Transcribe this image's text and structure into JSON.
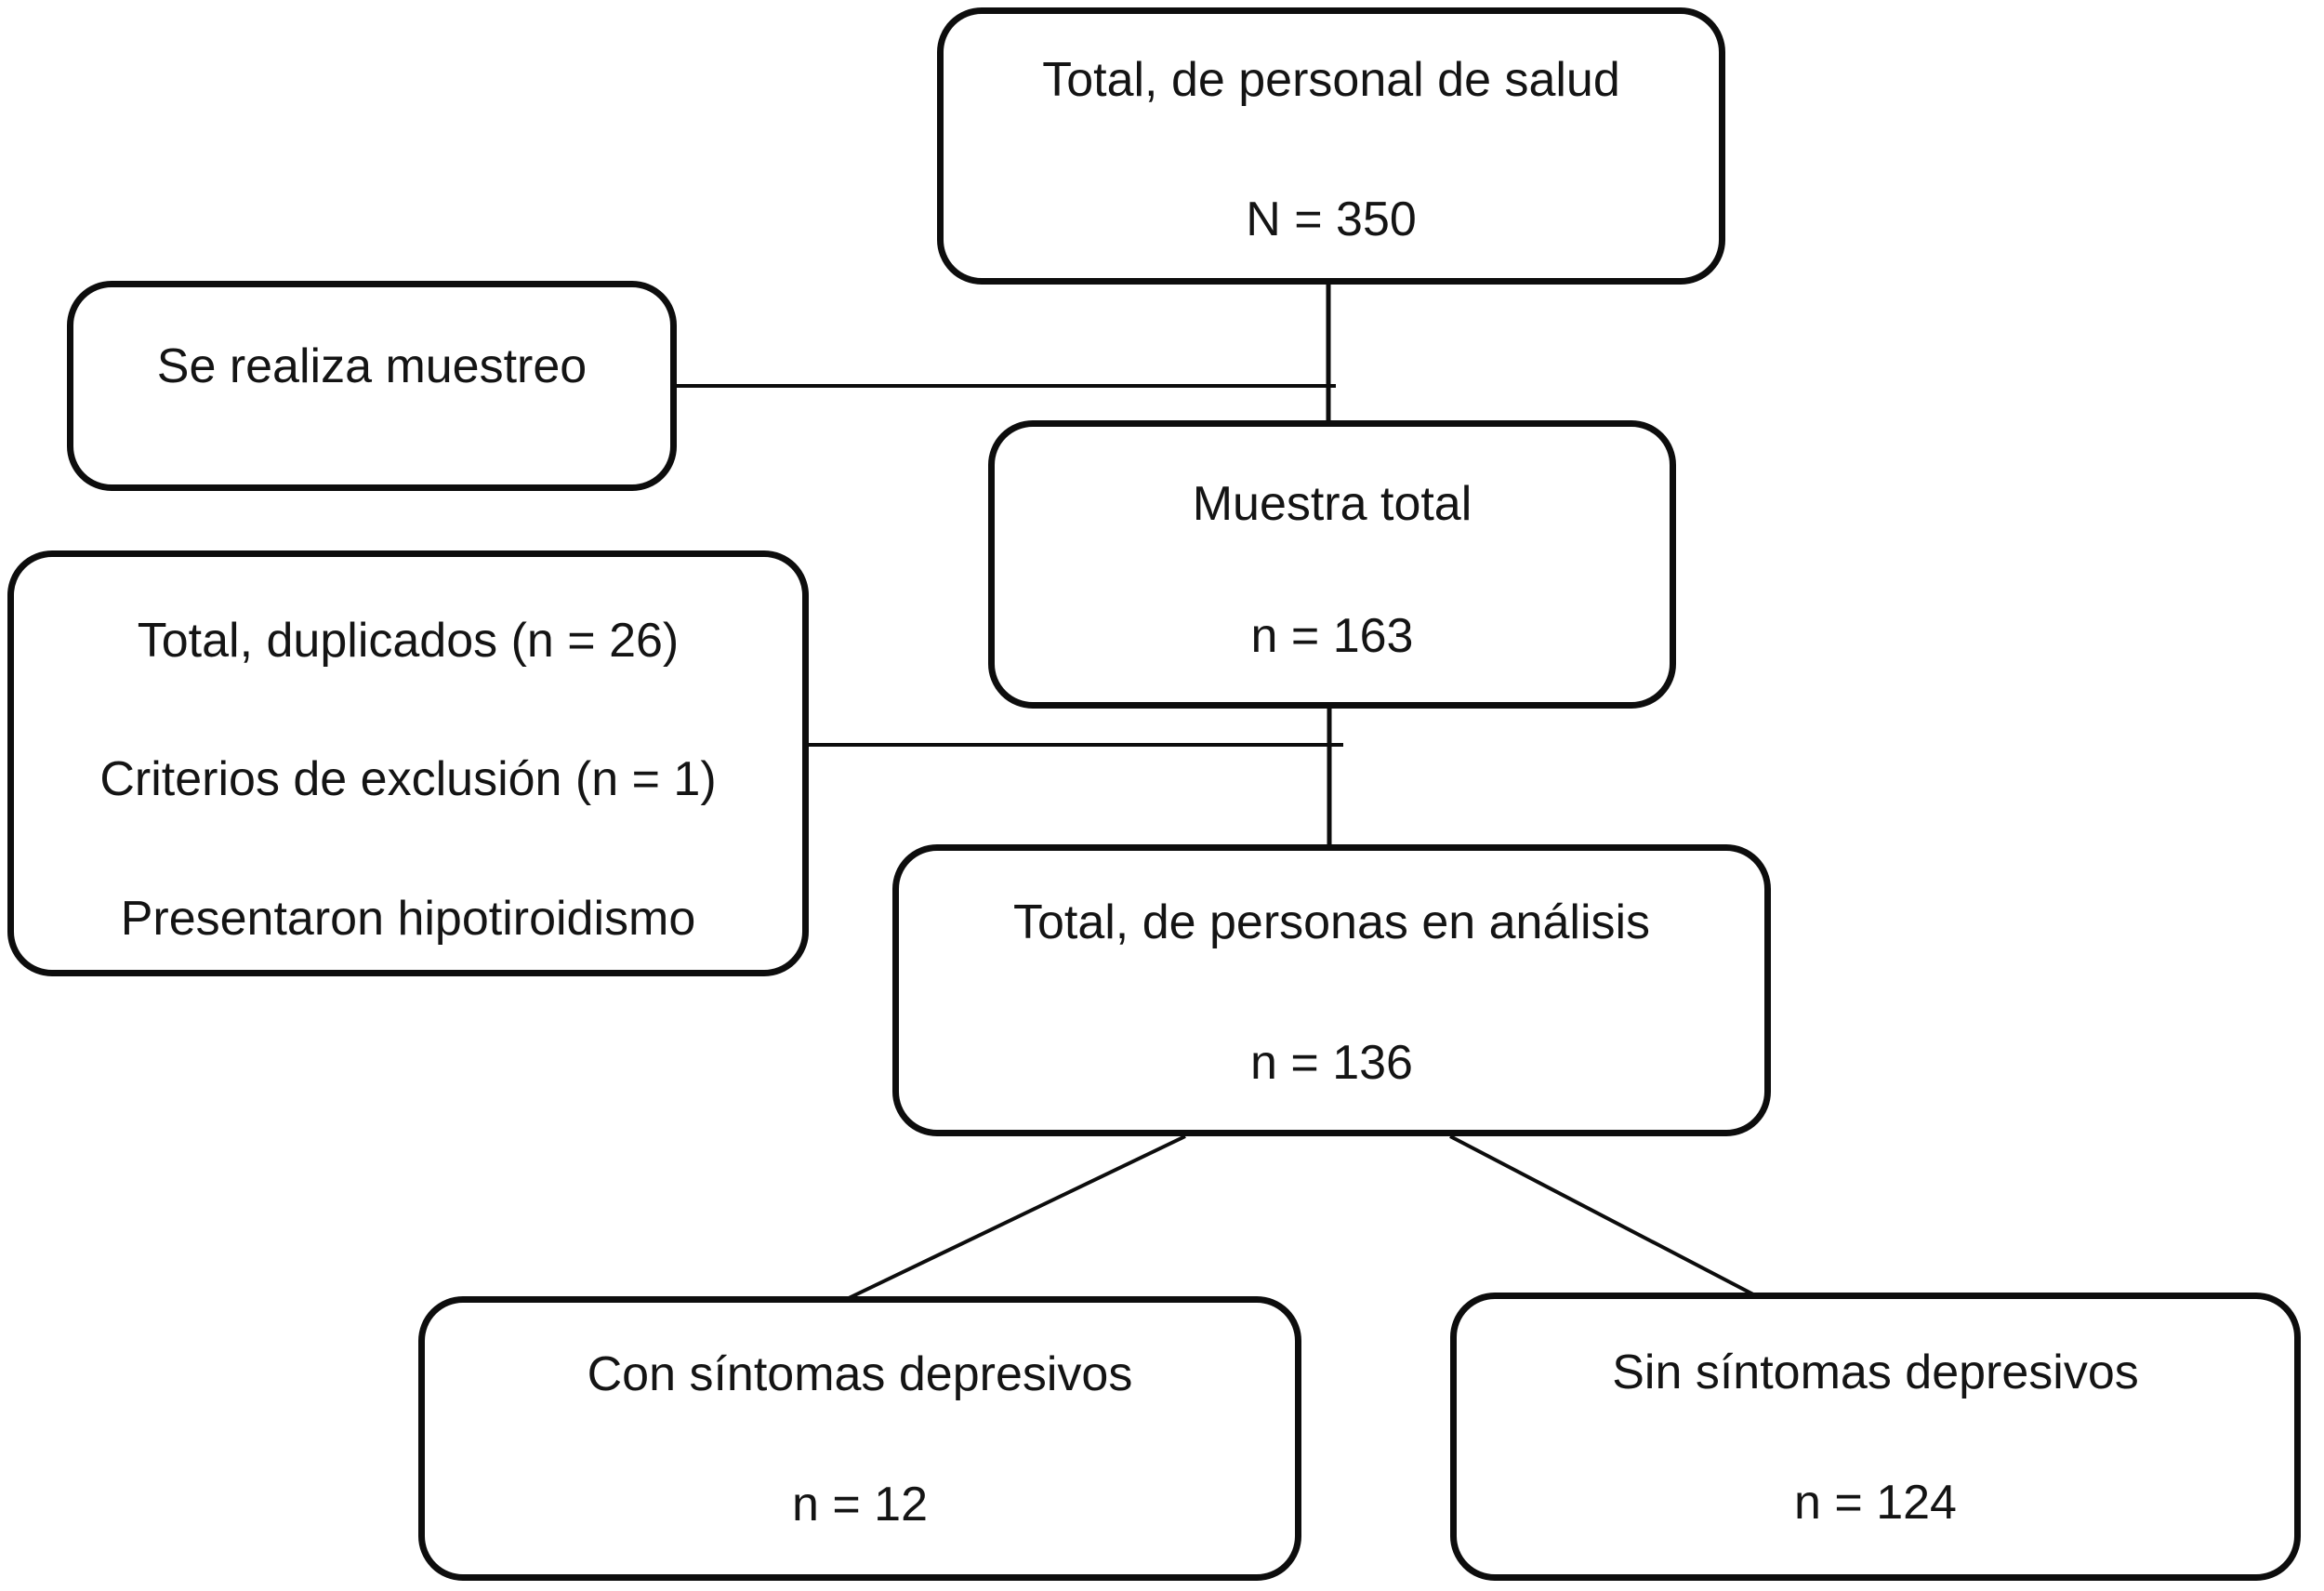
{
  "boxes": {
    "total_salud": {
      "title": "Total, de personal de salud",
      "count": "N = 350"
    },
    "muestreo": {
      "title": "Se realiza muestreo"
    },
    "exclusion": {
      "lines": [
        "Total, duplicados (n = 26)",
        "Criterios de exclusión (n = 1)",
        "Presentaron hipotiroidismo"
      ]
    },
    "muestra": {
      "title": "Muestra total",
      "count": "n = 163"
    },
    "analisis": {
      "title": "Total, de personas en análisis",
      "count": "n = 136"
    },
    "con_sintomas": {
      "title": "Con síntomas depresivos",
      "count": "n = 12"
    },
    "sin_sintomas": {
      "title": "Sin síntomas depresivos",
      "count": "n = 124"
    }
  },
  "colors": {
    "line": "#0d0d0d",
    "background": "#ffffff",
    "text": "#141414"
  }
}
